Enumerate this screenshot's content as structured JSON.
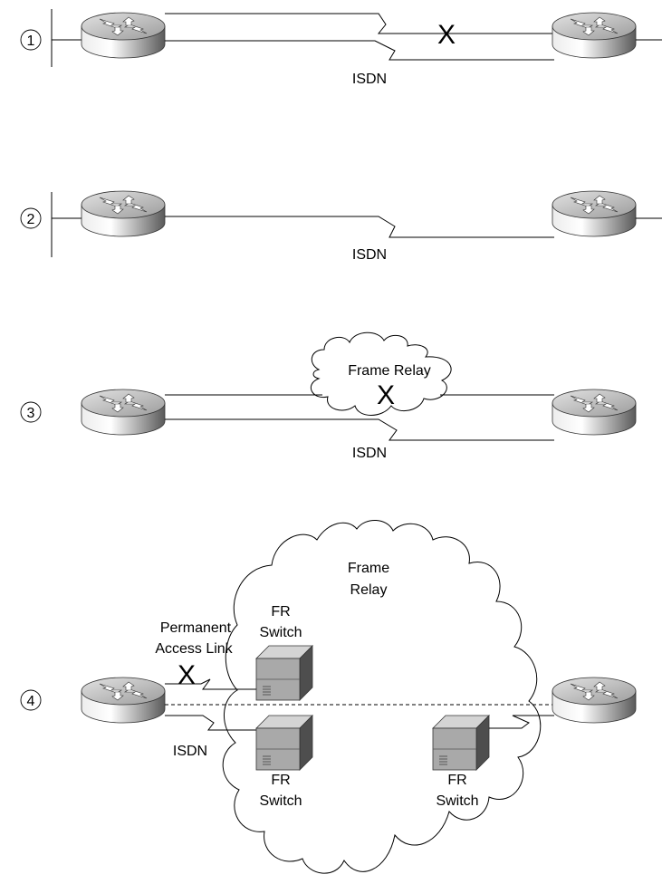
{
  "scenarios": [
    {
      "number": "1",
      "isdn_label": "ISDN",
      "x_mark": "X"
    },
    {
      "number": "2",
      "isdn_label": "ISDN"
    },
    {
      "number": "3",
      "isdn_label": "ISDN",
      "cloud_label": "Frame Relay",
      "x_mark": "X"
    },
    {
      "number": "4",
      "isdn_label": "ISDN",
      "cloud_label_line1": "Frame",
      "cloud_label_line2": "Relay",
      "access_label_line1": "Permanent",
      "access_label_line2": "Access Link",
      "switch_label_line1": "FR",
      "switch_label_line2": "Switch",
      "x_mark": "X"
    }
  ],
  "colors": {
    "router_light": "#f4f4f4",
    "router_dark": "#5e5e5e",
    "router_top": "#c8c8c8",
    "switch_face": "#a8a8a8",
    "switch_side": "#555555",
    "switch_top": "#d6d6d6",
    "line": "#000000"
  },
  "icons": [
    "router-icon",
    "fr-switch-icon",
    "frame-relay-cloud"
  ]
}
